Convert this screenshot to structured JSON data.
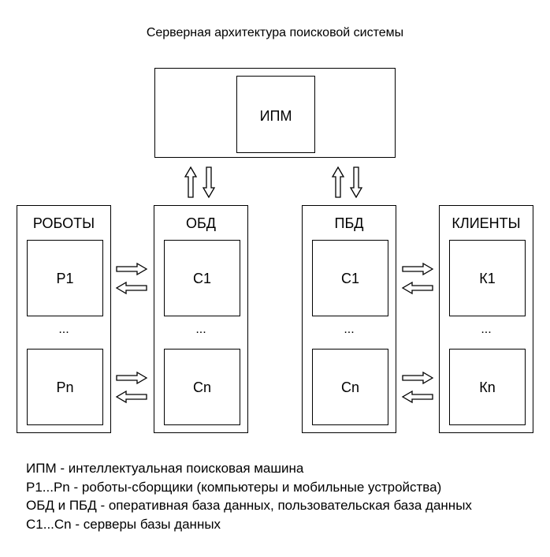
{
  "title": "Серверная архитектура поисковой системы",
  "ipm": {
    "label": "ИПМ"
  },
  "columns": {
    "robots": {
      "title": "РОБОТЫ",
      "top": "P1",
      "dots": "...",
      "bottom": "Pn"
    },
    "obd": {
      "title": "ОБД",
      "top": "C1",
      "dots": "...",
      "bottom": "Cn"
    },
    "pbd": {
      "title": "ПБД",
      "top": "C1",
      "dots": "...",
      "bottom": "Cn"
    },
    "clients": {
      "title": "КЛИЕНТЫ",
      "top": "К1",
      "dots": "...",
      "bottom": "Кn"
    }
  },
  "legend": [
    "ИПМ - интеллектуальная поисковая машина",
    "P1...Pn - роботы-сборщики (компьютеры и мобильные устройства)",
    "ОБД и ПБД - оперативная база данных, пользовательская база данных",
    "С1...Cn - серверы базы данных"
  ]
}
